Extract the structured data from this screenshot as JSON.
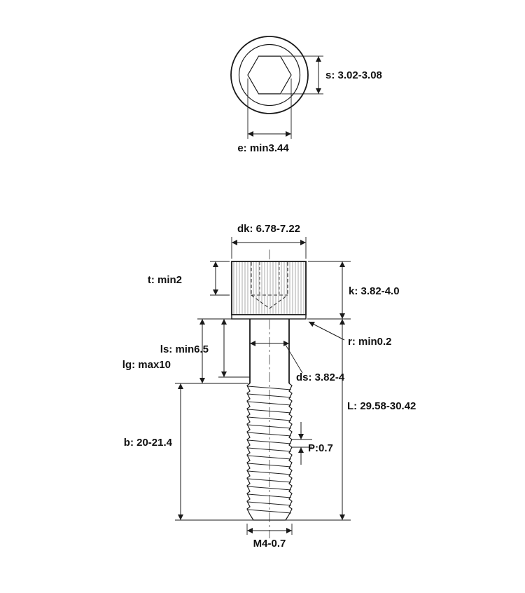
{
  "drawing": {
    "part": "hex socket head cap screw",
    "colors": {
      "line": "#1a1a1a",
      "hidden_line": "#333333",
      "knurl": "#a8a8a8",
      "background": "#ffffff"
    },
    "top_view": {
      "s": "s: 3.02-3.08",
      "e": "e: min3.44"
    },
    "side_view": {
      "dk": "dk: 6.78-7.22",
      "t": "t: min2",
      "k": "k: 3.82-4.0",
      "r": "r: min0.2",
      "ls": "ls: min6.5",
      "lg": "lg: max10",
      "ds": "ds: 3.82-4",
      "L": "L: 29.58-30.42",
      "b": "b: 20-21.4",
      "P": "P:0.7",
      "thread": "M4-0.7"
    }
  }
}
